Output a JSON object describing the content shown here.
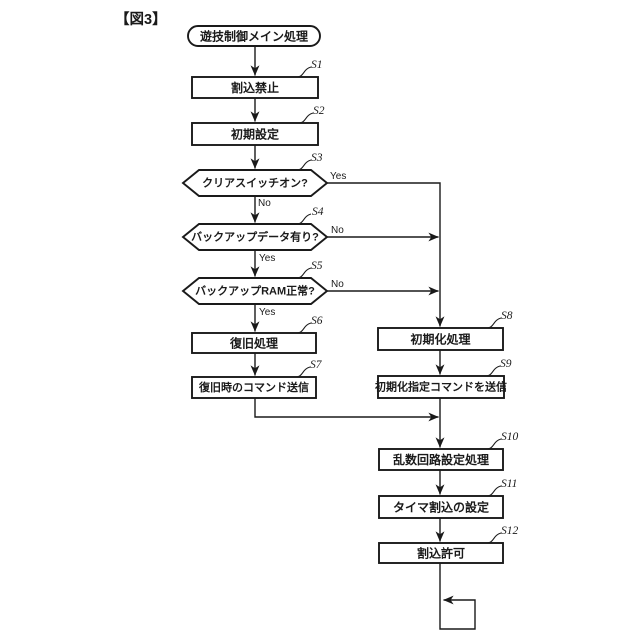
{
  "figure_label": "【図3】",
  "terminal": {
    "label": "遊技制御メイン処理"
  },
  "branch": {
    "yes": "Yes",
    "no": "No"
  },
  "steps": [
    {
      "id": "S1",
      "label": "割込禁止",
      "type": "process"
    },
    {
      "id": "S2",
      "label": "初期設定",
      "type": "process"
    },
    {
      "id": "S3",
      "label": "クリアスイッチオン?",
      "type": "decision"
    },
    {
      "id": "S4",
      "label": "バックアップデータ有り?",
      "type": "decision"
    },
    {
      "id": "S5",
      "label": "バックアップRAM正常?",
      "type": "decision"
    },
    {
      "id": "S6",
      "label": "復旧処理",
      "type": "process"
    },
    {
      "id": "S7",
      "label": "復旧時のコマンド送信",
      "type": "process"
    },
    {
      "id": "S8",
      "label": "初期化処理",
      "type": "process"
    },
    {
      "id": "S9",
      "label": "初期化指定コマンドを送信",
      "type": "process"
    },
    {
      "id": "S10",
      "label": "乱数回路設定処理",
      "type": "process"
    },
    {
      "id": "S11",
      "label": "タイマ割込の設定",
      "type": "process"
    },
    {
      "id": "S12",
      "label": "割込許可",
      "type": "process"
    }
  ],
  "colors": {
    "line": "#1a1a1a",
    "background": "#ffffff"
  }
}
